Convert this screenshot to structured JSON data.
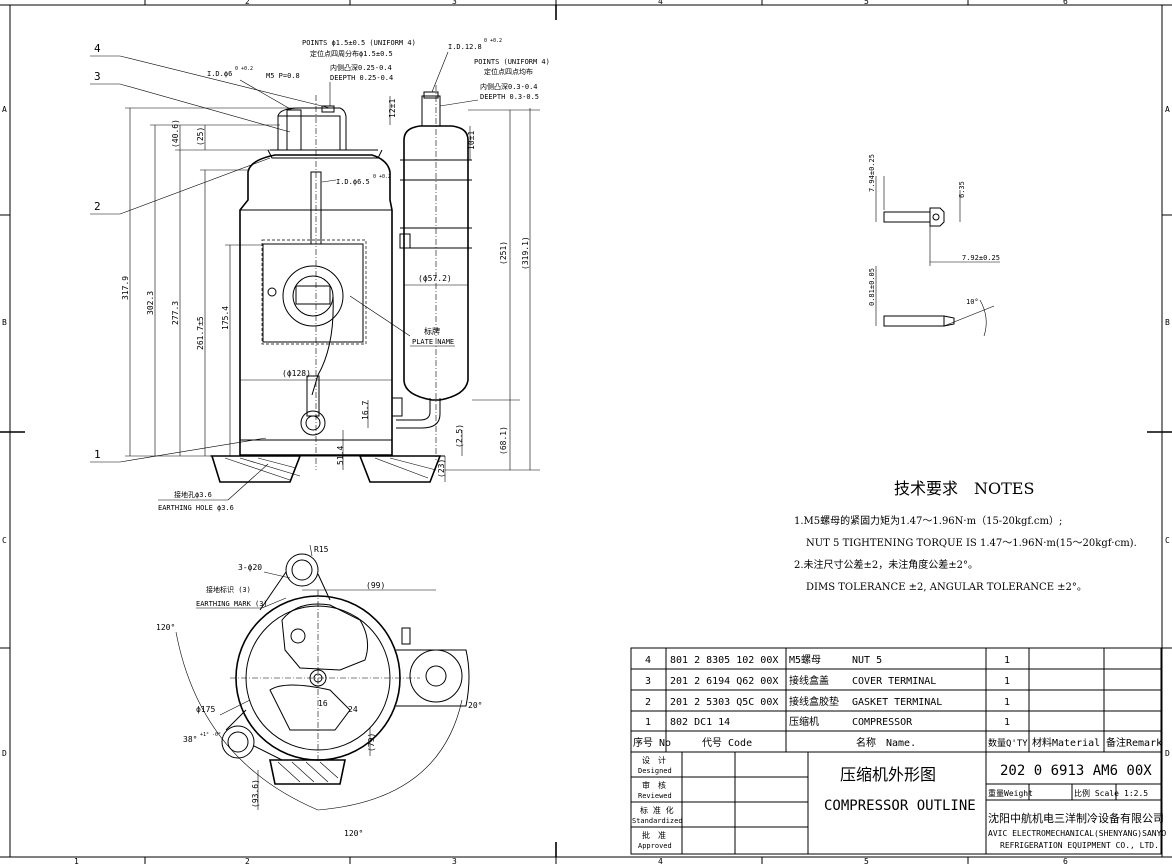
{
  "frame": {
    "top_zones": [
      "2",
      "3",
      "4",
      "5",
      "6"
    ],
    "bottom_zones": [
      "1",
      "2",
      "3",
      "4",
      "5",
      "6"
    ],
    "side_zones": [
      "A",
      "B",
      "C",
      "D"
    ]
  },
  "elevation": {
    "balloons": [
      "4",
      "3",
      "2",
      "1"
    ],
    "callout_points_top": [
      "POINTS ϕ1.5±0.5 (UNIFORM 4)",
      "定位点四周分布ϕ1.5±0.5",
      "内侧凸深0.25-0.4",
      "DEEPTH 0.25-0.4"
    ],
    "callout_points_right": [
      "POINTS (UNIFORM 4)",
      "定位点四点均布",
      "内侧凸深0.3-0.4",
      "DEEPTH 0.3-0.5"
    ],
    "id_top": "I.D.12.8",
    "id_top_tol": "0 +0.2",
    "id_left": "I.D.ϕ6",
    "id_left_tol": "0 +0.2",
    "m5": "M5 P=0.8",
    "id_mid": "I.D.ϕ6.5",
    "id_mid_tol": "0 +0.2",
    "dim_12": "12±1",
    "dim_10": "10±1",
    "dim_406": "(40.6)",
    "dim_25": "(25)",
    "dim_3179": "317.9",
    "dim_3023": "302.3",
    "dim_2773": "277.3",
    "dim_2617": "261.7±5",
    "dim_1754": "175.4",
    "dim_251": "(251)",
    "dim_3191": "(319.1)",
    "dim_572": "(ϕ57.2)",
    "dim_128": "(ϕ128)",
    "dim_167": "16.7",
    "dim_514": "51.4",
    "dim_25b": "(2.5)",
    "dim_23": "(23)",
    "dim_681": "(68.1)",
    "plate_cn": "标牌",
    "plate_en": "PLATE NAME",
    "earth_cn": "接地孔ϕ3.6",
    "earth_en": "EARTHING HOLE ϕ3.6"
  },
  "plan": {
    "r15": "R15",
    "holes": "3-ϕ20",
    "dim_99": "(99)",
    "mark_cn": "接地标识 (3)",
    "mark_en": "EARTHING MARK (3)",
    "ang_120_left": "120°",
    "ang_120_bottom": "120°",
    "ang_20": "20°",
    "ang_38": "38°",
    "ang_38_tol": "+1° -0°",
    "dia_175": "ϕ175",
    "dim_16": "16",
    "dim_24": "24",
    "dim_79": "(79)",
    "dim_936": "(93.6)"
  },
  "detail": {
    "dim_794": "7.94±0.25",
    "dim_635": "6.35",
    "dim_792": "7.92±0.25",
    "dim_081": "0.81±0.05",
    "ang_10": "10°"
  },
  "notes": {
    "heading": "技术要求　NOTES",
    "lines": [
      "1.M5螺母的紧固力矩为1.47～1.96N·m（15-20kgf.cm）;",
      "NUT 5 TIGHTENING TORQUE IS 1.47～1.96N·m(15～20kgf·cm).",
      "2.未注尺寸公差±2，未注角度公差±2°。",
      "DIMS TOLERANCE ±2, ANGULAR TOLERANCE ±2°。"
    ]
  },
  "bom": {
    "rows": [
      {
        "no": "4",
        "code": "801 2 8305 102 00X",
        "name_cn": "M5螺母",
        "name_en": "NUT 5",
        "qty": "1",
        "material": "",
        "remark": ""
      },
      {
        "no": "3",
        "code": "201 2 6194 Q62 00X",
        "name_cn": "接线盒盖",
        "name_en": "COVER TERMINAL",
        "qty": "1",
        "material": "",
        "remark": ""
      },
      {
        "no": "2",
        "code": "201 2 5303 Q5C 00X",
        "name_cn": "接线盒胶垫",
        "name_en": "GASKET TERMINAL",
        "qty": "1",
        "material": "",
        "remark": ""
      },
      {
        "no": "1",
        "code": "802 DC1 14",
        "name_cn": "压缩机",
        "name_en": "COMPRESSOR",
        "qty": "1",
        "material": "",
        "remark": ""
      }
    ],
    "header": {
      "no": "序号 No",
      "code": "代号 Code",
      "name": "名称　Name.",
      "qty": "数量Q'TY",
      "material": "材料Material",
      "remark": "备注Remark"
    }
  },
  "title_block": {
    "designed": [
      "设　计",
      "Designed"
    ],
    "reviewed": [
      "审　核",
      "Reviewed"
    ],
    "standardized": [
      "标 准 化",
      "Standardized"
    ],
    "approved": [
      "批　准",
      "Approved"
    ],
    "title_cn": "压缩机外形图",
    "title_en": "COMPRESSOR OUTLINE",
    "drawing_no": "202 0 6913 AM6 00X",
    "weight_label": "重量Weight",
    "scale_label": "比例 Scale",
    "scale": "1:2.5",
    "company_cn": "沈阳中航机电三洋制冷设备有限公司",
    "company_en_1": "AVIC ELECTROMECHANICAL(SHENYANG)SANYO",
    "company_en_2": "REFRIGERATION EQUIPMENT CO., LTD."
  }
}
